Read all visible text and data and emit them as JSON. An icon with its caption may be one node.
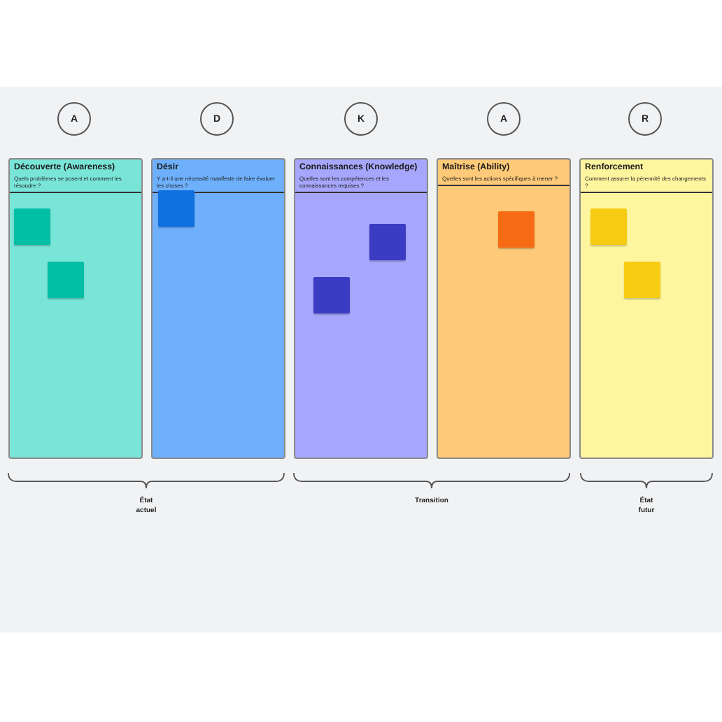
{
  "diagram": {
    "nodes": [
      {
        "text": [
          "A"
        ]
      },
      {
        "text": [
          "D"
        ]
      },
      {
        "text": [
          "K"
        ]
      },
      {
        "text": [
          "A"
        ]
      },
      {
        "text": [
          "R"
        ]
      },
      {
        "text": [
          "Découverte (Awareness)",
          "Quels problèmes se posent et comment les résoudre ?"
        ]
      },
      {
        "text": [
          "Désir",
          "Y a-t-il une nécessité manifeste de faire évoluer les choses ?"
        ]
      },
      {
        "text": [
          "Connaissances (Knowledge)",
          "Quelles sont les compétences et les connaissances requises ?"
        ]
      },
      {
        "text": [
          "Maîtrise (Ability)",
          "Quelles sont les actions spécifiques à mener ?"
        ]
      },
      {
        "text": [
          "Renforcement",
          "Comment assurer la pérennité des changements ?"
        ]
      },
      {
        "text": [],
        "shape": "box",
        "in": 5
      },
      {
        "text": [],
        "shape": "box",
        "in": 5
      },
      {
        "text": [],
        "shape": "box",
        "in": 6
      },
      {
        "text": [],
        "shape": "box",
        "in": 7
      },
      {
        "text": [],
        "shape": "box",
        "in": 7
      },
      {
        "text": [],
        "shape": "box",
        "in": 8
      },
      {
        "text": [],
        "shape": "box",
        "in": 9
      },
      {
        "text": [],
        "shape": "box",
        "in": 9
      }
    ],
    "labels": [
      "État actuel",
      "Transition",
      "État futur"
    ]
  }
}
